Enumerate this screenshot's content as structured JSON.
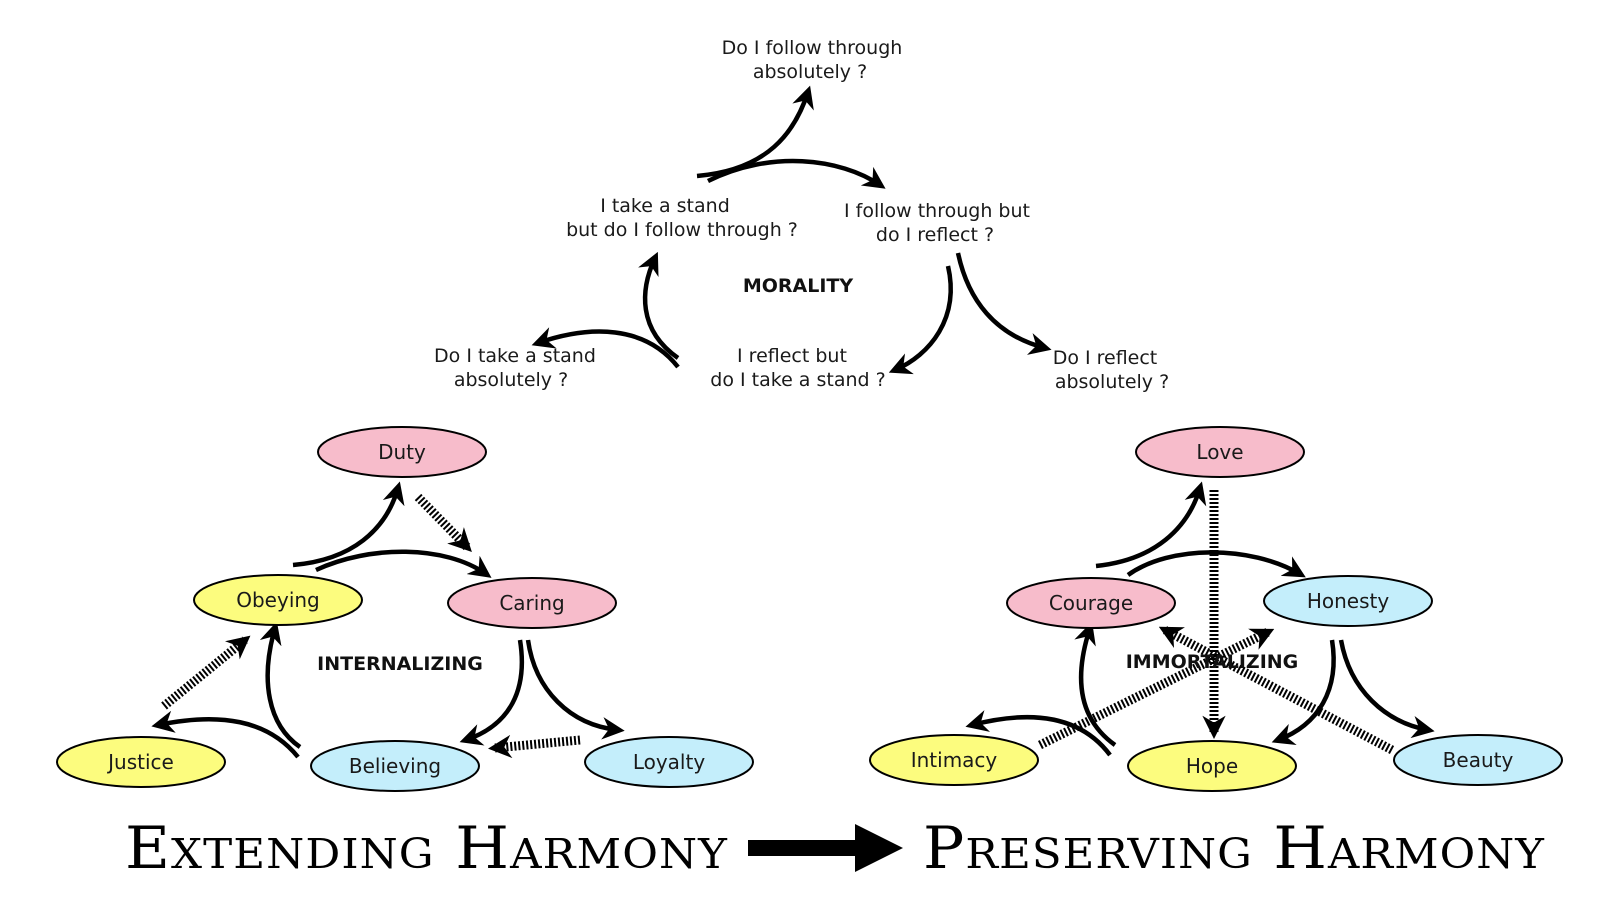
{
  "colors": {
    "pink": "#f7bccb",
    "yellow": "#fcfc7e",
    "blue": "#c4eefb",
    "outline": "#000000"
  },
  "morality": {
    "center": "MORALITY",
    "q_follow_1": "Do I follow through",
    "q_follow_2": "absolutely ?",
    "stand_1": "I take a stand",
    "stand_2": "but do I follow through ?",
    "follow_1": "I follow through but",
    "follow_2": "do I reflect ?",
    "q_stand_1": "Do I take a stand",
    "q_stand_2": "absolutely ?",
    "reflect_1": "I reflect but",
    "reflect_2": "do I take a stand ?",
    "q_reflect_1": "Do I reflect",
    "q_reflect_2": "absolutely ?"
  },
  "internalizing": {
    "center": "INTERNALIZING",
    "duty": "Duty",
    "obeying": "Obeying",
    "caring": "Caring",
    "justice": "Justice",
    "believing": "Believing",
    "loyalty": "Loyalty"
  },
  "immortalizing": {
    "center": "IMMORTALIZING",
    "love": "Love",
    "courage": "Courage",
    "honesty": "Honesty",
    "intimacy": "Intimacy",
    "hope": "Hope",
    "beauty": "Beauty"
  },
  "footer": {
    "extending": "Extending Harmony",
    "preserving": "Preserving Harmony"
  }
}
